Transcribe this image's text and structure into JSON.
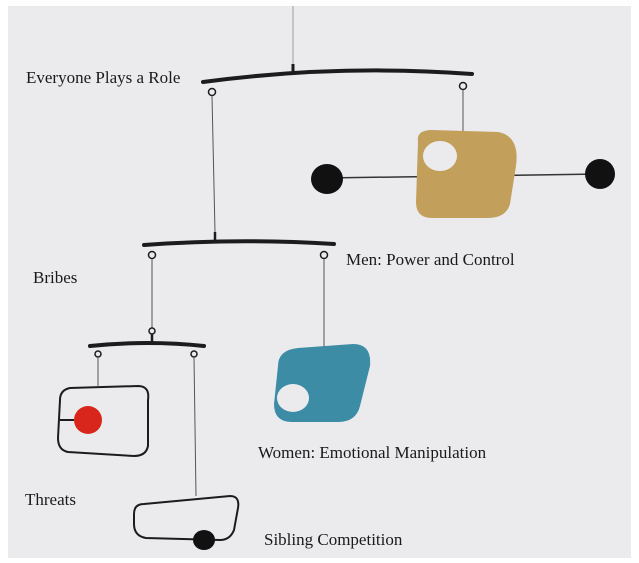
{
  "labels": {
    "everyone_plays_a_role": "Everyone Plays a Role",
    "bribes": "Bribes",
    "men": "Men: Power and Control",
    "women": "Women: Emotional Manipulation",
    "threats": "Threats",
    "sibling": "Sibling Competition"
  },
  "colors": {
    "background": "#ebebee",
    "wire": "#1c1c1c",
    "tan_plate": "#c2a05c",
    "blue_plate": "#3c8ca6",
    "red_disc": "#d9261c",
    "black_disc": "#111111"
  }
}
